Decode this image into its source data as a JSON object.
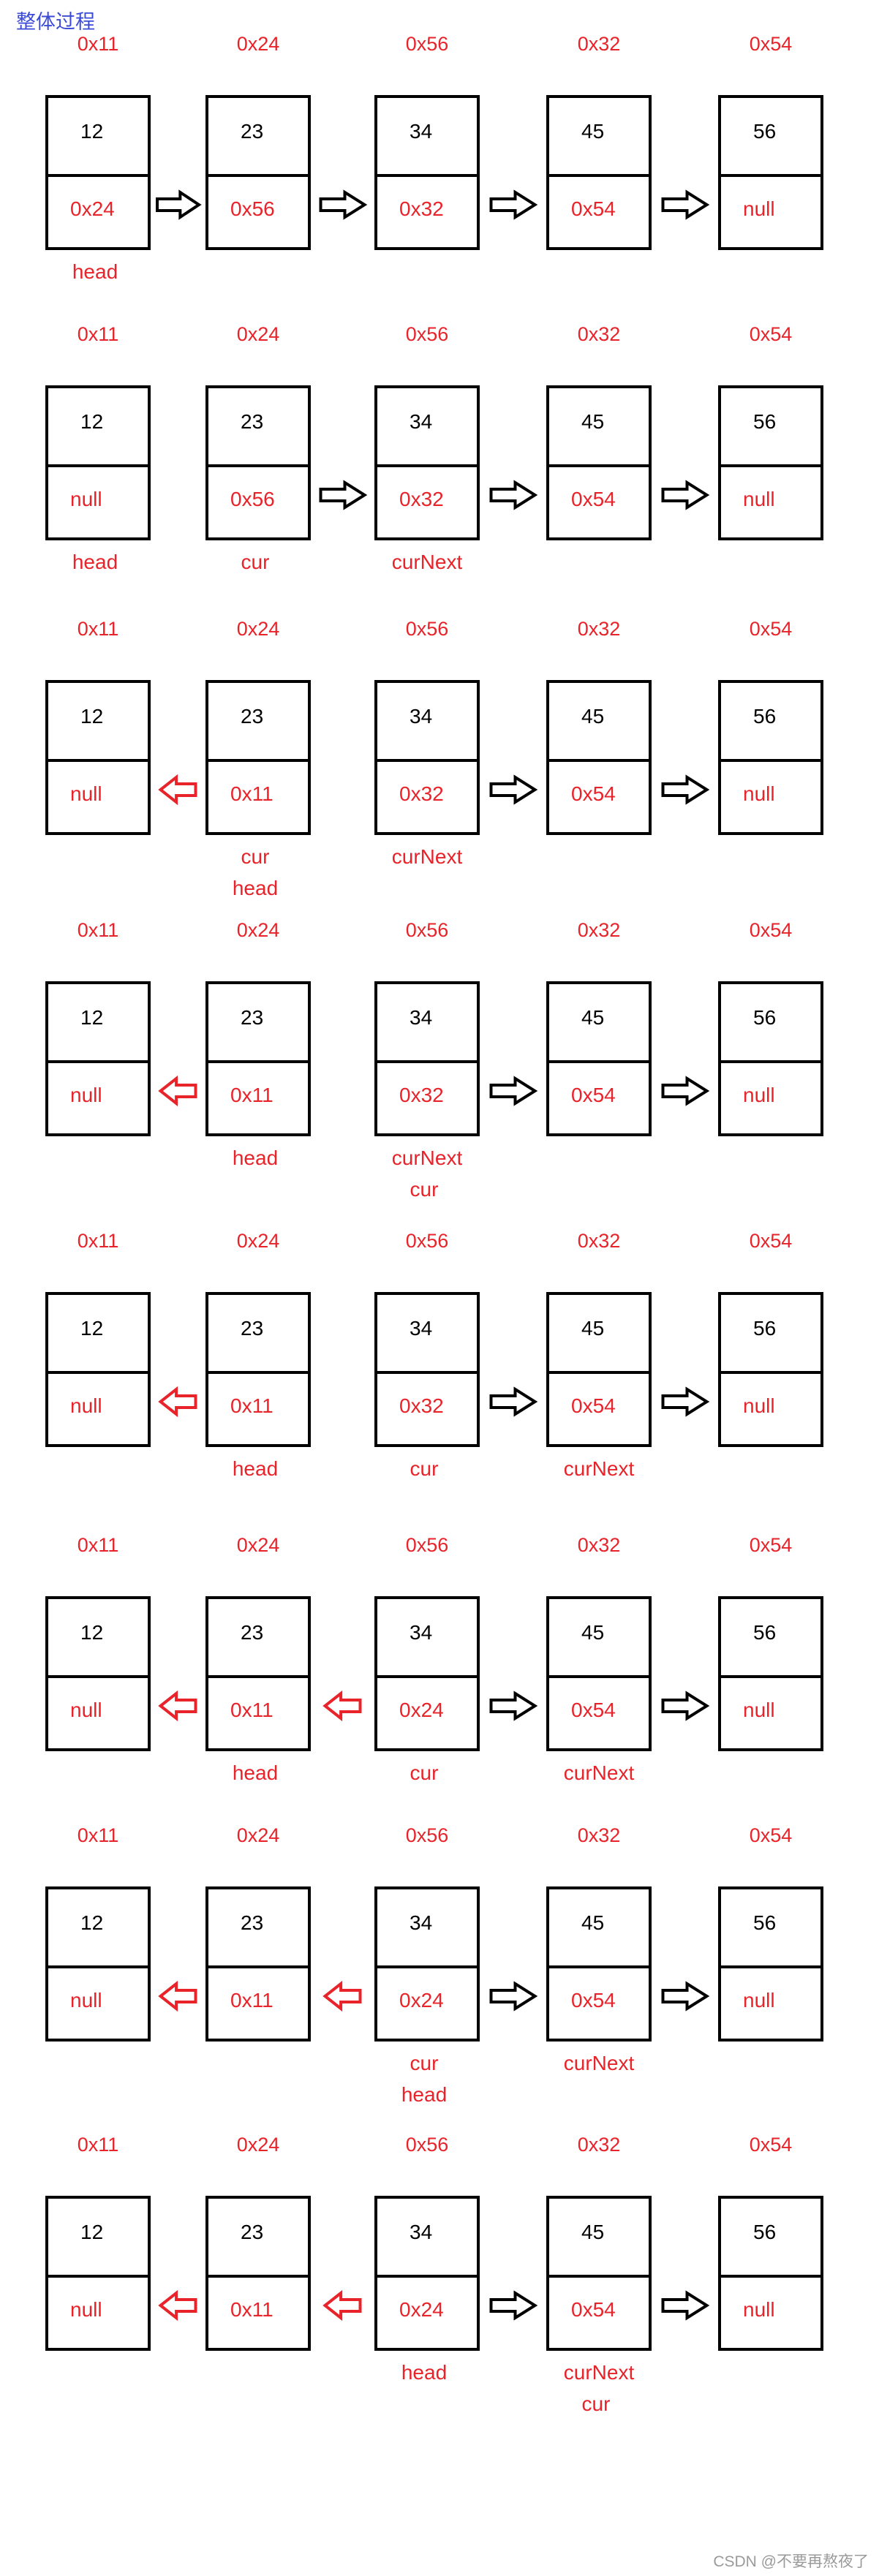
{
  "title": "整体过程",
  "watermark": "CSDN @不要再熬夜了",
  "colors": {
    "title": "#3b4bd8",
    "label": "#e8232a",
    "box": "#000000",
    "forward_arrow": "#000000",
    "reversed_arrow": "#e8232a"
  },
  "stages": [
    {
      "nodes": [
        {
          "addr": "0x11",
          "val": "12",
          "next": "0x24"
        },
        {
          "addr": "0x24",
          "val": "23",
          "next": "0x56"
        },
        {
          "addr": "0x56",
          "val": "34",
          "next": "0x32"
        },
        {
          "addr": "0x32",
          "val": "45",
          "next": "0x54"
        },
        {
          "addr": "0x54",
          "val": "56",
          "next": "null"
        }
      ],
      "arrows": [
        "forward",
        "forward",
        "forward",
        "forward"
      ],
      "pointers": [
        {
          "node": 0,
          "line": 1,
          "text": "head"
        }
      ]
    },
    {
      "nodes": [
        {
          "addr": "0x11",
          "val": "12",
          "next": "null"
        },
        {
          "addr": "0x24",
          "val": "23",
          "next": "0x56"
        },
        {
          "addr": "0x56",
          "val": "34",
          "next": "0x32"
        },
        {
          "addr": "0x32",
          "val": "45",
          "next": "0x54"
        },
        {
          "addr": "0x54",
          "val": "56",
          "next": "null"
        }
      ],
      "arrows": [
        "none",
        "forward",
        "forward",
        "forward"
      ],
      "pointers": [
        {
          "node": 0,
          "line": 1,
          "text": "head"
        },
        {
          "node": 1,
          "line": 1,
          "text": "cur"
        },
        {
          "node": 2,
          "line": 1,
          "text": "curNext"
        }
      ]
    },
    {
      "nodes": [
        {
          "addr": "0x11",
          "val": "12",
          "next": "null"
        },
        {
          "addr": "0x24",
          "val": "23",
          "next": "0x11"
        },
        {
          "addr": "0x56",
          "val": "34",
          "next": "0x32"
        },
        {
          "addr": "0x32",
          "val": "45",
          "next": "0x54"
        },
        {
          "addr": "0x54",
          "val": "56",
          "next": "null"
        }
      ],
      "arrows": [
        "back",
        "none",
        "forward",
        "forward"
      ],
      "pointers": [
        {
          "node": 1,
          "line": 1,
          "text": "cur"
        },
        {
          "node": 1,
          "line": 2,
          "text": "head"
        },
        {
          "node": 2,
          "line": 1,
          "text": "curNext"
        }
      ]
    },
    {
      "nodes": [
        {
          "addr": "0x11",
          "val": "12",
          "next": "null"
        },
        {
          "addr": "0x24",
          "val": "23",
          "next": "0x11"
        },
        {
          "addr": "0x56",
          "val": "34",
          "next": "0x32"
        },
        {
          "addr": "0x32",
          "val": "45",
          "next": "0x54"
        },
        {
          "addr": "0x54",
          "val": "56",
          "next": "null"
        }
      ],
      "arrows": [
        "back",
        "none",
        "forward",
        "forward"
      ],
      "pointers": [
        {
          "node": 1,
          "line": 1,
          "text": "head"
        },
        {
          "node": 2,
          "line": 1,
          "text": "curNext"
        },
        {
          "node": 2,
          "line": 2,
          "text": "cur"
        }
      ]
    },
    {
      "nodes": [
        {
          "addr": "0x11",
          "val": "12",
          "next": "null"
        },
        {
          "addr": "0x24",
          "val": "23",
          "next": "0x11"
        },
        {
          "addr": "0x56",
          "val": "34",
          "next": "0x32"
        },
        {
          "addr": "0x32",
          "val": "45",
          "next": "0x54"
        },
        {
          "addr": "0x54",
          "val": "56",
          "next": "null"
        }
      ],
      "arrows": [
        "back",
        "none",
        "forward",
        "forward"
      ],
      "pointers": [
        {
          "node": 1,
          "line": 1,
          "text": "head"
        },
        {
          "node": 2,
          "line": 1,
          "text": "cur"
        },
        {
          "node": 3,
          "line": 1,
          "text": "curNext"
        }
      ]
    },
    {
      "nodes": [
        {
          "addr": "0x11",
          "val": "12",
          "next": "null"
        },
        {
          "addr": "0x24",
          "val": "23",
          "next": "0x11"
        },
        {
          "addr": "0x56",
          "val": "34",
          "next": "0x24"
        },
        {
          "addr": "0x32",
          "val": "45",
          "next": "0x54"
        },
        {
          "addr": "0x54",
          "val": "56",
          "next": "null"
        }
      ],
      "arrows": [
        "back",
        "back",
        "forward",
        "forward"
      ],
      "pointers": [
        {
          "node": 1,
          "line": 1,
          "text": "head"
        },
        {
          "node": 2,
          "line": 1,
          "text": "cur"
        },
        {
          "node": 3,
          "line": 1,
          "text": "curNext"
        }
      ]
    },
    {
      "nodes": [
        {
          "addr": "0x11",
          "val": "12",
          "next": "null"
        },
        {
          "addr": "0x24",
          "val": "23",
          "next": "0x11"
        },
        {
          "addr": "0x56",
          "val": "34",
          "next": "0x24"
        },
        {
          "addr": "0x32",
          "val": "45",
          "next": "0x54"
        },
        {
          "addr": "0x54",
          "val": "56",
          "next": "null"
        }
      ],
      "arrows": [
        "back",
        "back",
        "forward",
        "forward"
      ],
      "pointers": [
        {
          "node": 2,
          "line": 1,
          "text": "cur"
        },
        {
          "node": 2,
          "line": 2,
          "text": "head"
        },
        {
          "node": 3,
          "line": 1,
          "text": "curNext"
        }
      ]
    },
    {
      "nodes": [
        {
          "addr": "0x11",
          "val": "12",
          "next": "null"
        },
        {
          "addr": "0x24",
          "val": "23",
          "next": "0x11"
        },
        {
          "addr": "0x56",
          "val": "34",
          "next": "0x24"
        },
        {
          "addr": "0x32",
          "val": "45",
          "next": "0x54"
        },
        {
          "addr": "0x54",
          "val": "56",
          "next": "null"
        }
      ],
      "arrows": [
        "back",
        "back",
        "forward",
        "forward"
      ],
      "pointers": [
        {
          "node": 2,
          "line": 1,
          "text": "head"
        },
        {
          "node": 3,
          "line": 1,
          "text": "curNext"
        },
        {
          "node": 3,
          "line": 2,
          "text": "cur"
        }
      ]
    }
  ]
}
